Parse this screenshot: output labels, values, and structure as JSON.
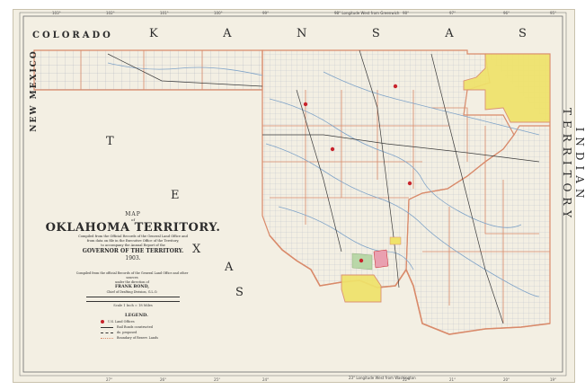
{
  "map": {
    "neighbors": {
      "colorado": "COLORADO",
      "kansas": [
        "K",
        "A",
        "N",
        "S",
        "A",
        "S"
      ],
      "new_mexico": "NEW MEXICO",
      "texas": [
        "T",
        "E",
        "X",
        "A",
        "S"
      ],
      "indian_territory": "INDIAN TERRITORY"
    },
    "title": {
      "map_label": "MAP",
      "of_label": "of",
      "main": "OKLAHOMA TERRITORY.",
      "compiled_lines": [
        "Compiled from the Official Records of the General Land Office and",
        "from data on file in the Executive Office of the Territory,",
        "to accompany the Annual Report of the"
      ],
      "governor": "GOVERNOR OF THE TERRITORY.",
      "year": "1903."
    },
    "credits": [
      "Compiled from the official Records of the General Land Office and other sources",
      "under the direction of",
      "FRANK BOND,",
      "Chief of Drafting Division, G.L.O."
    ],
    "scale_label": "Scale 1 Inch = 18 Miles",
    "legend": {
      "heading": "LEGEND.",
      "items": [
        "U.S. Land Offices",
        "Rail Roads constructed",
        "do. proposed",
        "Boundary of Reserv. Lands"
      ]
    },
    "meridians": {
      "top_center": "98° Longitude West from Greenwich",
      "bottom_center": "23° Longitude West from Washington"
    },
    "colors": {
      "paper": "#f3efe3",
      "boundary": "#d98a6a",
      "grid": "#9aa6b8",
      "water": "#7fa3c8",
      "reserve_yellow": "#efe36a",
      "land_office": "#c8242c"
    }
  }
}
